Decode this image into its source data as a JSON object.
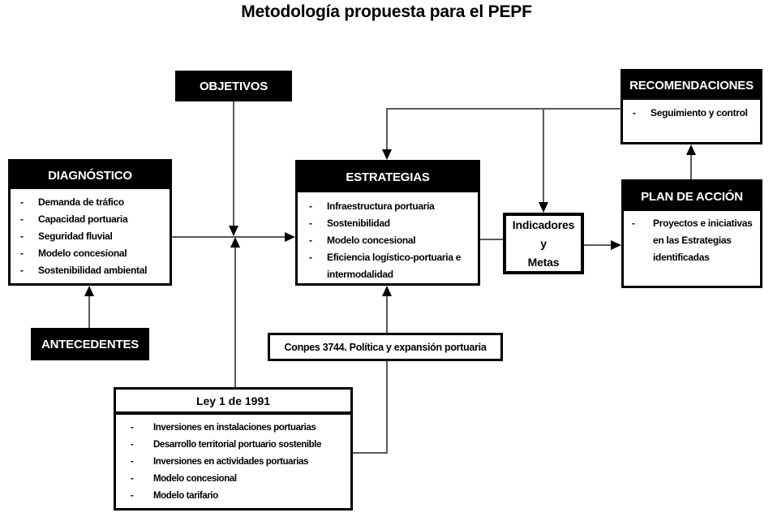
{
  "title": "Metodología propuesta para el PEPF",
  "bullet": "-",
  "colors": {
    "node_fill": "#000000",
    "node_text": "#ffffff",
    "box_border": "#000000",
    "connector_line": "#595959",
    "background": "#ffffff"
  },
  "nodes": {
    "objetivos": {
      "label": "OBJETIVOS"
    },
    "antecedentes": {
      "label": "ANTECEDENTES"
    },
    "diagnostico": {
      "title": "DIAGNÓSTICO",
      "items": [
        "Demanda de tráfico",
        "Capacidad portuaria",
        "Seguridad fluvial",
        "Modelo concesional",
        "Sostenibilidad ambiental"
      ]
    },
    "estrategias": {
      "title": "ESTRATEGIAS",
      "items": [
        "Infraestructura portuaria",
        "Sostenibilidad",
        "Modelo concesional",
        "Eficiencia logístico-portuaria e intermodalidad"
      ]
    },
    "indicadores": {
      "lines": [
        "Indicadores",
        "y",
        "Metas"
      ]
    },
    "plan_de_accion": {
      "title": "PLAN DE ACCIÓN",
      "items": [
        "Proyectos e iniciativas en las Estrategias identificadas"
      ]
    },
    "recomendaciones": {
      "title": "RECOMENDACIONES",
      "items": [
        "Seguimiento y control"
      ]
    },
    "conpes": {
      "label": "Conpes 3744. Política y expansión portuaria"
    },
    "ley": {
      "title": "Ley 1 de 1991",
      "items": [
        "Inversiones en instalaciones portuarias",
        "Desarrollo territorial portuario sostenible",
        "Inversiones en actividades portuarias",
        "Modelo concesional",
        "Modelo tarifario"
      ]
    }
  },
  "edges": [
    {
      "from": "OBJETIVOS",
      "to": "flujo DIAGNÓSTICO-ESTRATEGIAS",
      "direction": "down"
    },
    {
      "from": "ANTECEDENTES",
      "to": "DIAGNÓSTICO",
      "direction": "up"
    },
    {
      "from": "DIAGNÓSTICO",
      "to": "ESTRATEGIAS",
      "direction": "right"
    },
    {
      "from": "Ley 1 de 1991",
      "to": "flujo DIAGNÓSTICO-ESTRATEGIAS",
      "direction": "up"
    },
    {
      "from": "Ley 1 de 1991",
      "to": "Conpes 3744",
      "direction": "elbow"
    },
    {
      "from": "Conpes 3744",
      "to": "ESTRATEGIAS",
      "direction": "up"
    },
    {
      "from": "ESTRATEGIAS",
      "to": "Indicadores y Metas",
      "direction": "right"
    },
    {
      "from": "Indicadores y Metas",
      "to": "PLAN DE ACCIÓN",
      "direction": "right"
    },
    {
      "from": "PLAN DE ACCIÓN",
      "to": "RECOMENDACIONES",
      "direction": "up"
    },
    {
      "from": "RECOMENDACIONES",
      "to": "ESTRATEGIAS",
      "direction": "feedback-down"
    },
    {
      "from": "RECOMENDACIONES",
      "to": "Indicadores y Metas",
      "direction": "feedback-down"
    }
  ]
}
